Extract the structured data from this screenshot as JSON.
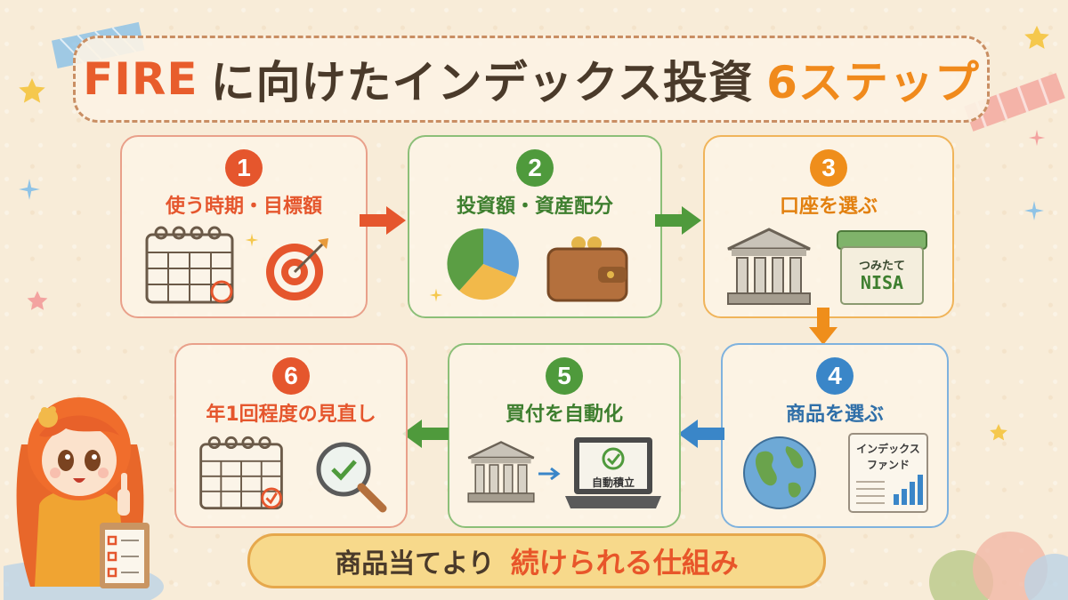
{
  "title": {
    "part1": "FIRE",
    "part2": "に向けたインデックス投資",
    "part3": "6ステップ"
  },
  "steps": [
    {
      "num": "1",
      "label": "使う時期・目標額",
      "color": "#e5562d"
    },
    {
      "num": "2",
      "label": "投資額・資産配分",
      "color": "#4f9a3c"
    },
    {
      "num": "3",
      "label": "口座を選ぶ",
      "color": "#ef8e1b"
    },
    {
      "num": "4",
      "label": "商品を選ぶ",
      "color": "#3a86c8"
    },
    {
      "num": "5",
      "label": "買付を自動化",
      "color": "#4f9a3c"
    },
    {
      "num": "6",
      "label": "年1回程度の見直し",
      "color": "#e5562d"
    }
  ],
  "illustrations": {
    "nisa_line1": "つみたて",
    "nisa_line2": "NISA",
    "fund_line1": "インデックス",
    "fund_line2": "ファンド",
    "auto_invest": "自動積立"
  },
  "bottom": {
    "part1": "商品当てより",
    "part2": "続けられる仕組み"
  },
  "colors": {
    "red": "#e5562d",
    "green": "#4f9a3c",
    "orange": "#ef8e1b",
    "blue": "#3a86c8",
    "background": "#f8ecd8"
  }
}
